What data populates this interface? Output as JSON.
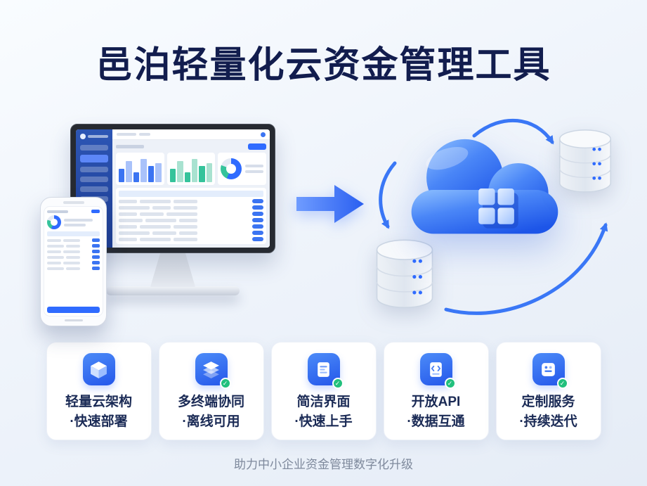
{
  "title": "邑泊轻量化云资金管理工具",
  "tagline": "助力中小企业资金管理数字化升级",
  "colors": {
    "accent_blue": "#2f6bff",
    "title_navy": "#121d4e",
    "cloud_blue": "#2e6bf5",
    "check_green": "#21c07d",
    "card_bg": "#ffffff",
    "background": "#eef3fa"
  },
  "hero": {
    "icons": [
      "desktop-monitor",
      "smartphone",
      "flow-arrow-icon",
      "cloud-icon",
      "window-grid-icon",
      "database-icon",
      "sync-arrows"
    ]
  },
  "features": [
    {
      "icon": "cube-3d-icon",
      "line1": "轻量云架构",
      "line2": "·快速部署"
    },
    {
      "icon": "layers-icon",
      "line1": "多终端协同",
      "line2": "·离线可用"
    },
    {
      "icon": "document-check-icon",
      "line1": "简洁界面",
      "line2": "·快速上手"
    },
    {
      "icon": "api-code-check-icon",
      "line1": "开放API",
      "line2": "·数据互通"
    },
    {
      "icon": "service-panel-check-icon",
      "line1": "定制服务",
      "line2": "·持续迭代"
    }
  ]
}
